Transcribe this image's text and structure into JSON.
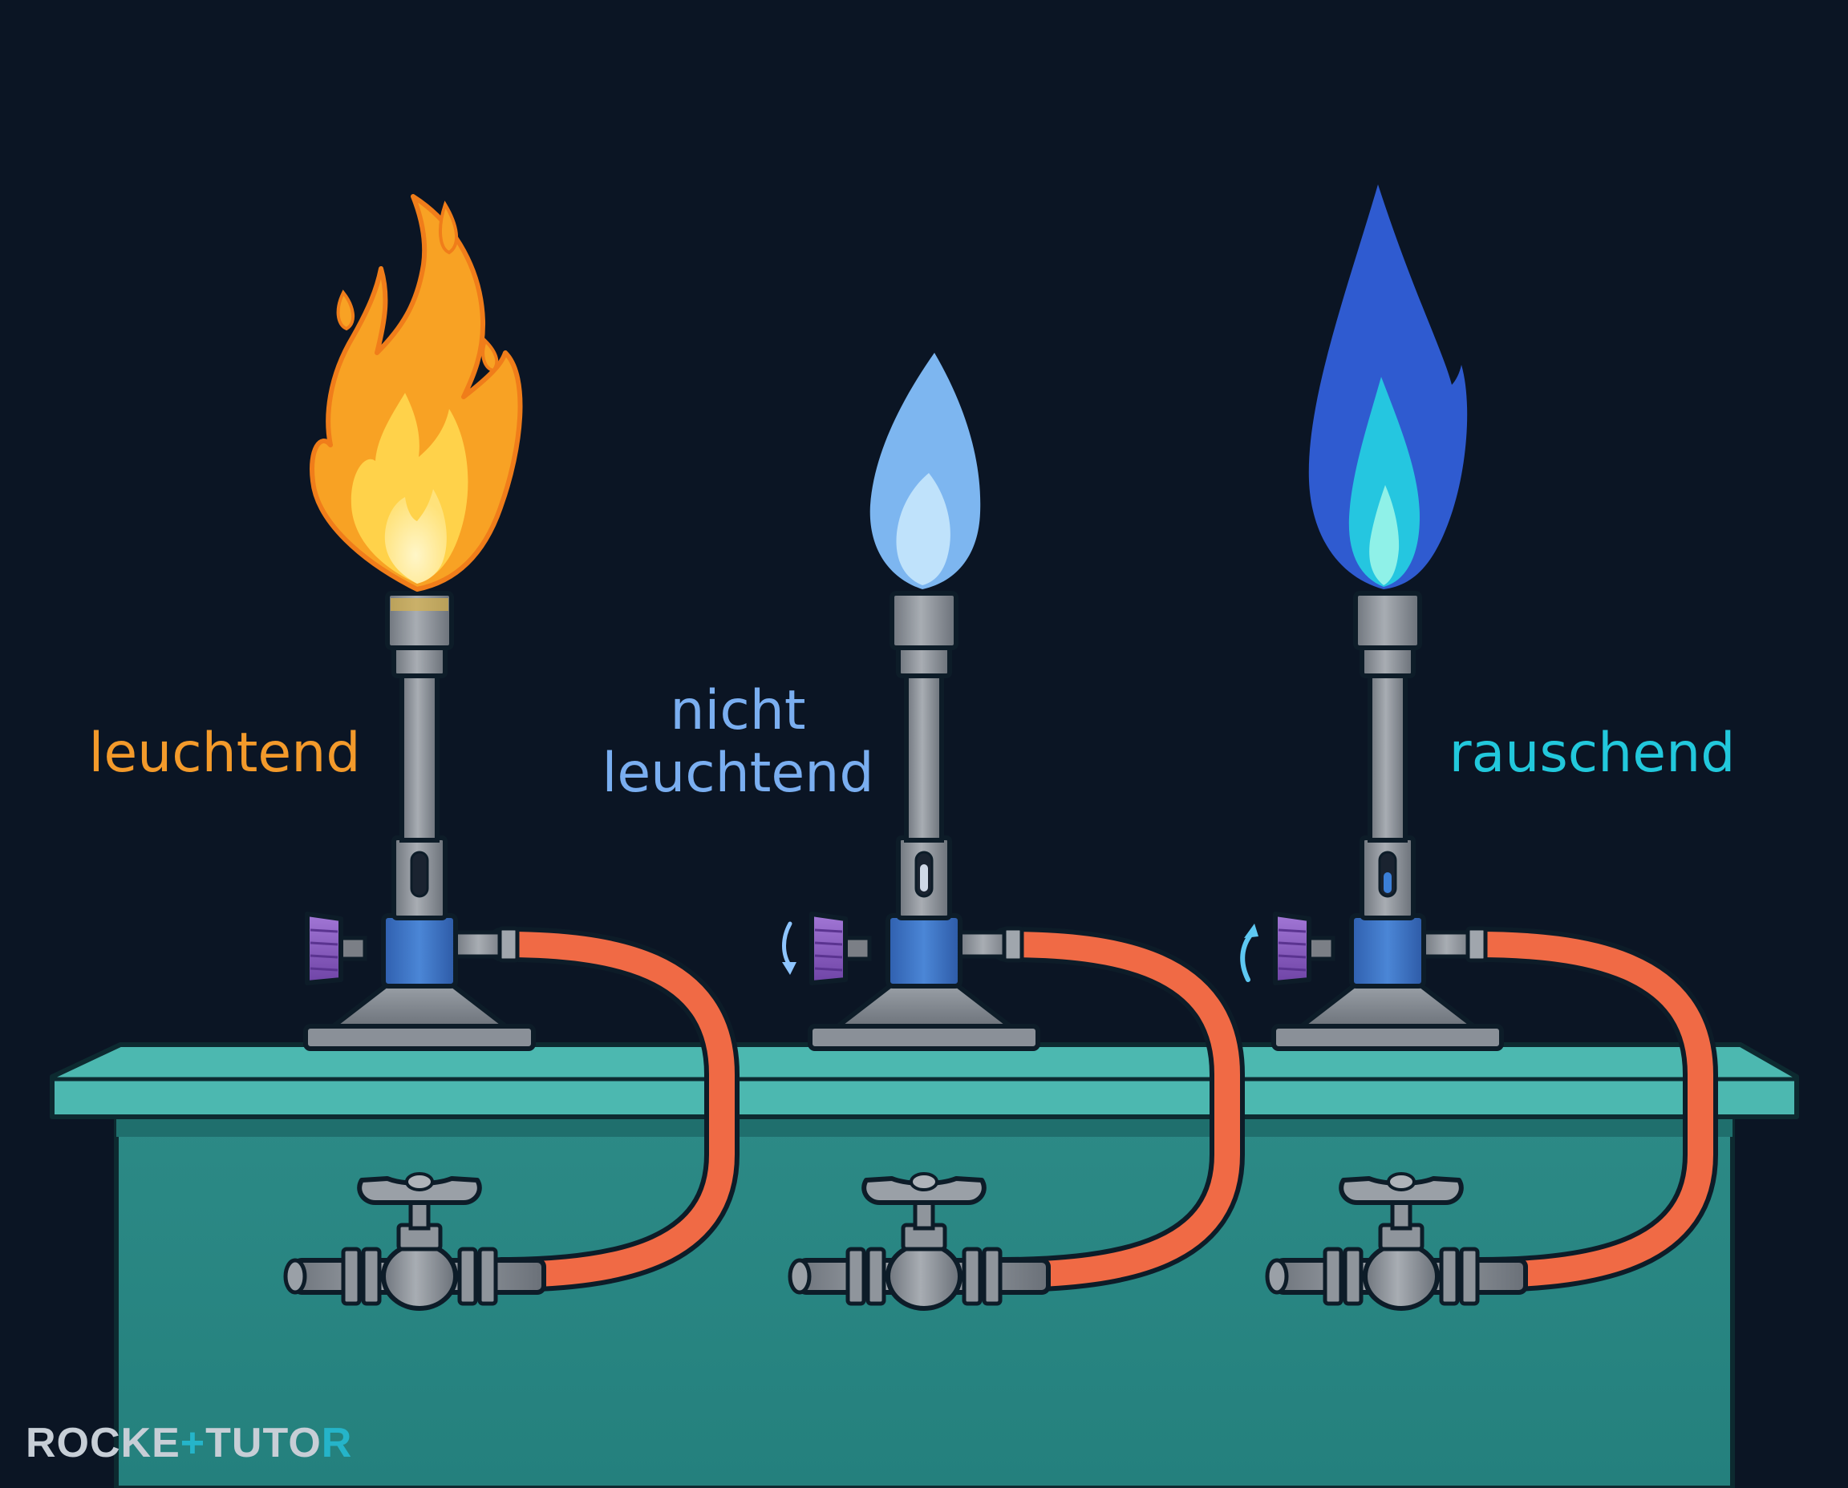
{
  "labels": {
    "luminous": "leuchtend",
    "non_luminous_line1": "nicht",
    "non_luminous_line2": "leuchtend",
    "roaring": "rauschend"
  },
  "logo": {
    "part1": "ROCKE",
    "mark": "+",
    "part2": "TUTO",
    "part3": "R"
  },
  "colors": {
    "background": "#0b1524",
    "luminous_label": "#f39a2b",
    "non_luminous_label": "#7aaef0",
    "roaring_label": "#22c8dc",
    "bench_top": "#4cb8b0",
    "bench_body": "#2a8582",
    "hose": "#f06a45",
    "burner_metal": "#8a8f96",
    "burner_collar": "#3a6fc0",
    "air_regulator": "#8e5fc2"
  },
  "icons": {
    "flame_1": "yellow-luminous-flame-icon",
    "flame_2": "pale-blue-flame-icon",
    "flame_3": "roaring-blue-flame-icon",
    "burner": "bunsen-burner-icon",
    "gas_tap": "gas-valve-icon",
    "arrow_2": "rotate-down-arrow-icon",
    "arrow_3": "rotate-up-arrow-icon"
  }
}
